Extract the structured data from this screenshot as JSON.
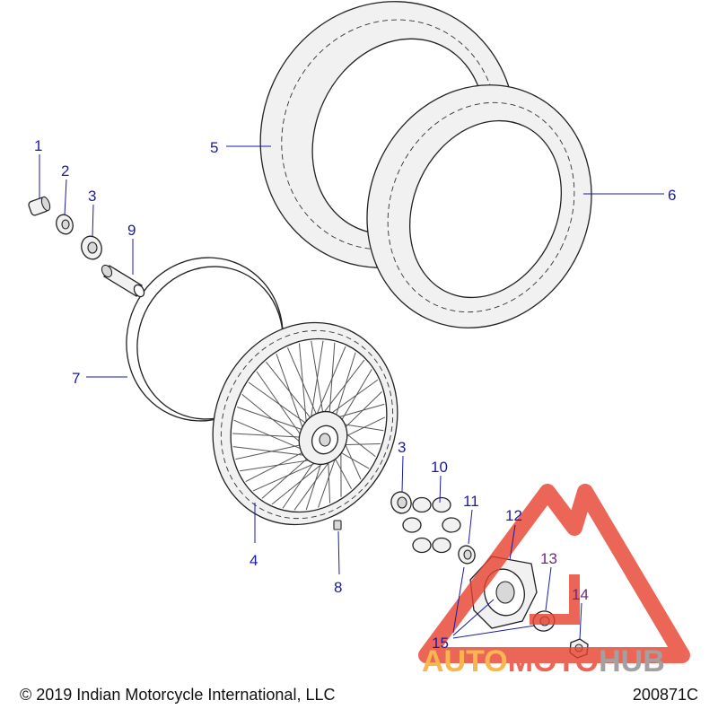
{
  "callouts": [
    {
      "label": "1"
    },
    {
      "label": "2"
    },
    {
      "label": "3"
    },
    {
      "label": "9"
    },
    {
      "label": "5"
    },
    {
      "label": "6"
    },
    {
      "label": "7"
    },
    {
      "label": "3"
    },
    {
      "label": "10"
    },
    {
      "label": "11"
    },
    {
      "label": "12"
    },
    {
      "label": "13"
    },
    {
      "label": "14"
    },
    {
      "label": "15"
    },
    {
      "label": "4"
    },
    {
      "label": "8"
    }
  ],
  "footer": {
    "copyright": "© 2019 Indian Motorcycle International, LLC",
    "drawing_number": "200871C"
  },
  "watermark": {
    "word_part1": "AUTO",
    "word_part2": "MOTO",
    "word_part3": "HUB",
    "colors": {
      "red": "#e8412f",
      "orange": "#f5a623",
      "gray": "#8a8a8a"
    }
  },
  "colors": {
    "callout": "#1a1aa6",
    "callout_alt": "#6b2a7a"
  }
}
